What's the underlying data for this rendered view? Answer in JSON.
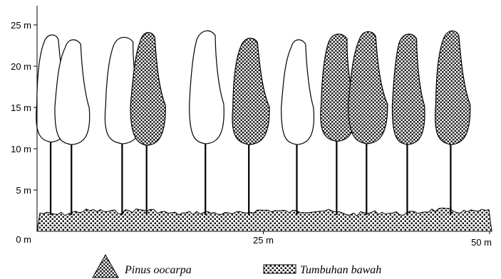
{
  "diagram": {
    "y_ticks": [
      {
        "value": 0,
        "label": "0 m"
      },
      {
        "value": 5,
        "label": "5 m"
      },
      {
        "value": 10,
        "label": "10 m"
      },
      {
        "value": 15,
        "label": "15 m"
      },
      {
        "value": 20,
        "label": "20 m"
      },
      {
        "value": 25,
        "label": "25 m"
      }
    ],
    "x_ticks": [
      {
        "value": 25,
        "label": "25 m"
      },
      {
        "value": 50,
        "label": "50 m"
      }
    ],
    "trees": [
      {
        "species": "other",
        "position_m": 1.5,
        "crown_base_m": 10.8,
        "top_m": 23.9
      },
      {
        "species": "other",
        "position_m": 3.8,
        "crown_base_m": 10.5,
        "top_m": 23.3
      },
      {
        "species": "other",
        "position_m": 9.4,
        "crown_base_m": 10.6,
        "top_m": 23.6
      },
      {
        "species": "Pinus oocarpa",
        "position_m": 12.1,
        "crown_base_m": 10.4,
        "top_m": 24.2
      },
      {
        "species": "other",
        "position_m": 18.6,
        "crown_base_m": 10.6,
        "top_m": 24.4
      },
      {
        "species": "Pinus oocarpa",
        "position_m": 23.4,
        "crown_base_m": 10.5,
        "top_m": 23.5
      },
      {
        "species": "other",
        "position_m": 28.7,
        "crown_base_m": 10.5,
        "top_m": 23.3
      },
      {
        "species": "Pinus oocarpa",
        "position_m": 33.1,
        "crown_base_m": 10.9,
        "top_m": 24.0
      },
      {
        "species": "Pinus oocarpa",
        "position_m": 36.4,
        "crown_base_m": 10.6,
        "top_m": 24.3
      },
      {
        "species": "Pinus oocarpa",
        "position_m": 40.9,
        "crown_base_m": 10.5,
        "top_m": 24.0
      },
      {
        "species": "Pinus oocarpa",
        "position_m": 45.7,
        "crown_base_m": 10.5,
        "top_m": 24.4
      }
    ],
    "legend": {
      "pinus_label": "Pinus oocarpa",
      "understory_label": "Tumbuhan bawah"
    }
  }
}
